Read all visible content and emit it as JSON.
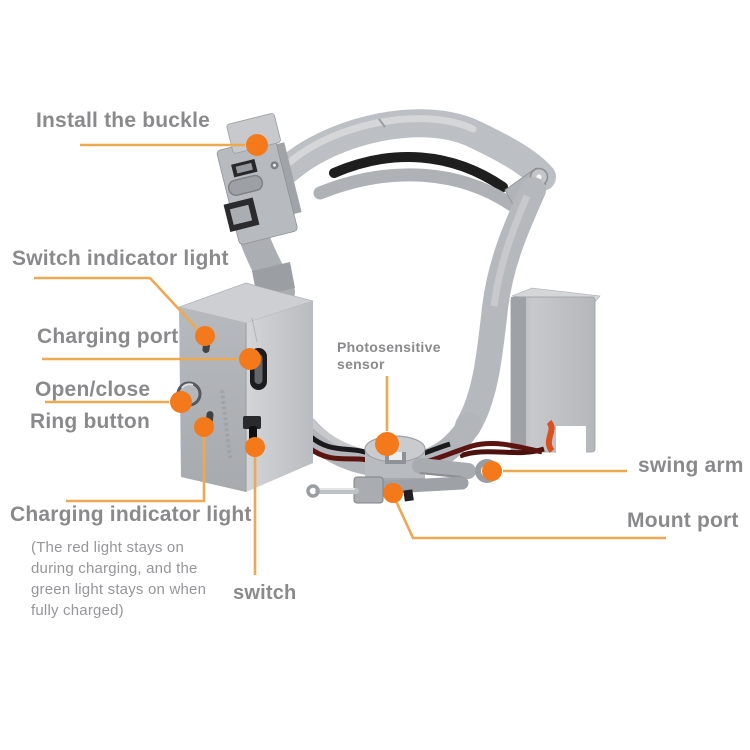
{
  "colors": {
    "background": "#ffffff",
    "label_text": "#8a8a8c",
    "note_text": "#96969a",
    "leader_line": "#eda852",
    "callout_dot": "#f4791b",
    "device_gray": "#b7babe",
    "device_dark": "#1e1e1e",
    "cable_red": "#d8511f",
    "cable_maroon": "#5c1411"
  },
  "diagram": {
    "labels": {
      "install_buckle": "Install the buckle",
      "switch_indicator": "Switch indicator light",
      "charging_port": "Charging port",
      "open_close": "Open/close",
      "ring_button": "Ring button",
      "charging_indicator": "Charging indicator light",
      "switch": "switch",
      "photosensitive_1": "Photosensitive",
      "photosensitive_2": "sensor",
      "swing_arm": "swing arm",
      "mount_port": "Mount port"
    },
    "note_lines": [
      "(The red light stays on",
      "during charging, and the",
      "green light stays on when",
      "fully charged)"
    ]
  }
}
